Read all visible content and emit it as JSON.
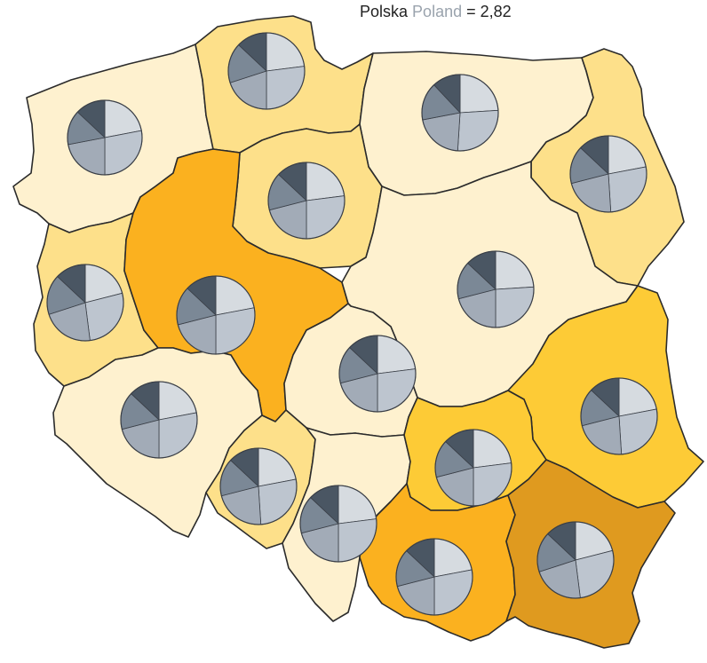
{
  "header": {
    "label_pl": "Polska",
    "label_en": "Poland",
    "equals": "=",
    "value": "2,82"
  },
  "legend_colors": {
    "class_1": "#fef1cf",
    "class_2": "#fde08a",
    "class_3": "#fdcb36",
    "class_4": "#fbb11f",
    "class_5": "#df9a1f"
  },
  "pie_colors": [
    "#d6dbe0",
    "#bdc5cf",
    "#a2abb7",
    "#7b8896",
    "#4a5663"
  ],
  "regions": [
    {
      "id": "zachodniopomorskie",
      "class": "class_1",
      "pie": [
        0.22,
        0.28,
        0.22,
        0.15,
        0.13
      ]
    },
    {
      "id": "pomorskie",
      "class": "class_2",
      "pie": [
        0.23,
        0.27,
        0.2,
        0.17,
        0.13
      ]
    },
    {
      "id": "warminsko-mazurskie",
      "class": "class_1",
      "pie": [
        0.24,
        0.27,
        0.21,
        0.16,
        0.12
      ]
    },
    {
      "id": "podlaskie",
      "class": "class_2",
      "pie": [
        0.22,
        0.27,
        0.22,
        0.16,
        0.13
      ]
    },
    {
      "id": "kujawsko-pomorskie",
      "class": "class_2",
      "pie": [
        0.23,
        0.27,
        0.21,
        0.16,
        0.13
      ]
    },
    {
      "id": "lubuskie",
      "class": "class_2",
      "pie": [
        0.21,
        0.27,
        0.22,
        0.17,
        0.13
      ]
    },
    {
      "id": "wielkopolskie",
      "class": "class_4",
      "pie": [
        0.22,
        0.28,
        0.21,
        0.16,
        0.13
      ]
    },
    {
      "id": "mazowieckie",
      "class": "class_1",
      "pie": [
        0.24,
        0.26,
        0.21,
        0.16,
        0.13
      ]
    },
    {
      "id": "lodzkie",
      "class": "class_1",
      "pie": [
        0.23,
        0.27,
        0.21,
        0.16,
        0.13
      ]
    },
    {
      "id": "lubelskie",
      "class": "class_3",
      "pie": [
        0.22,
        0.27,
        0.22,
        0.16,
        0.13
      ]
    },
    {
      "id": "dolnoslaskie",
      "class": "class_1",
      "pie": [
        0.22,
        0.28,
        0.21,
        0.16,
        0.13
      ]
    },
    {
      "id": "opolskie",
      "class": "class_2",
      "pie": [
        0.22,
        0.27,
        0.22,
        0.16,
        0.13
      ]
    },
    {
      "id": "slaskie",
      "class": "class_1",
      "pie": [
        0.23,
        0.27,
        0.21,
        0.16,
        0.13
      ]
    },
    {
      "id": "swietokrzyskie",
      "class": "class_3",
      "pie": [
        0.23,
        0.27,
        0.21,
        0.16,
        0.13
      ]
    },
    {
      "id": "malopolskie",
      "class": "class_4",
      "pie": [
        0.22,
        0.28,
        0.21,
        0.16,
        0.13
      ]
    },
    {
      "id": "podkarpackie",
      "class": "class_5",
      "pie": [
        0.21,
        0.27,
        0.22,
        0.17,
        0.13
      ]
    }
  ]
}
